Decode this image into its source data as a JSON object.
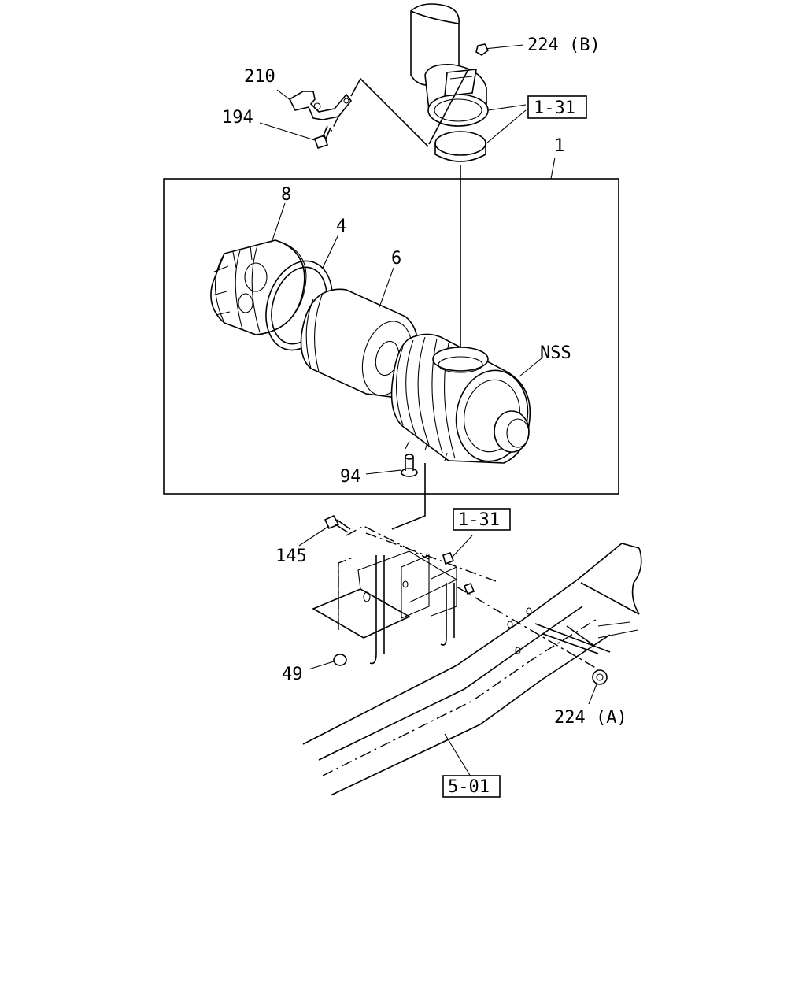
{
  "diagram": {
    "labels": {
      "p224b": "224 (B)",
      "ref131_top": "1-31",
      "p210": "210",
      "p194": "194",
      "p1": "1",
      "p8": "8",
      "p4": "4",
      "p6": "6",
      "nss": "NSS",
      "p94": "94",
      "ref131_mid": "1-31",
      "p145": "145",
      "p49": "49",
      "p224a": "224 (A)",
      "ref501": "5-01"
    }
  }
}
